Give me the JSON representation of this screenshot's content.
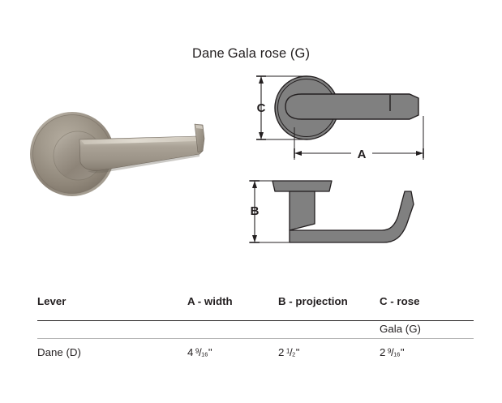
{
  "title": {
    "model": "Dane",
    "rose": "Gala rose (G)",
    "full": "Dane  Gala rose (G)"
  },
  "product_photo": {
    "alt_name": "Dane lever with Gala round rose, satin nickel finish",
    "finish_color": "#9a9184",
    "lever_color": "#a69e92",
    "rose_color": "#978e81",
    "highlight_color": "#d8d2c7",
    "shadow_color": "#6f675c"
  },
  "drawings": {
    "front_view": {
      "name": "front-elevation",
      "dimension_vertical": "C",
      "dimension_horizontal": "A",
      "fill_color": "#808080",
      "stroke_color": "#231f20"
    },
    "side_view": {
      "name": "side-profile",
      "dimension_vertical": "B",
      "fill_color": "#808080",
      "stroke_color": "#231f20"
    }
  },
  "table": {
    "headers": {
      "lever": "Lever",
      "a_width": "A - width",
      "b_projection": "B - projection",
      "c_rose": "C - rose"
    },
    "variant_row": {
      "lever": "",
      "a_width": "",
      "b_projection": "",
      "c_rose": "Gala (G)"
    },
    "rows": [
      {
        "lever": "Dane (D)",
        "a_width": {
          "whole": "4",
          "numerator": "9",
          "denominator": "16",
          "unit": "\""
        },
        "b_projection": {
          "whole": "2",
          "numerator": "1",
          "denominator": "2",
          "unit": "\""
        },
        "c_rose": {
          "whole": "2",
          "numerator": "9",
          "denominator": "16",
          "unit": "\""
        }
      }
    ]
  }
}
